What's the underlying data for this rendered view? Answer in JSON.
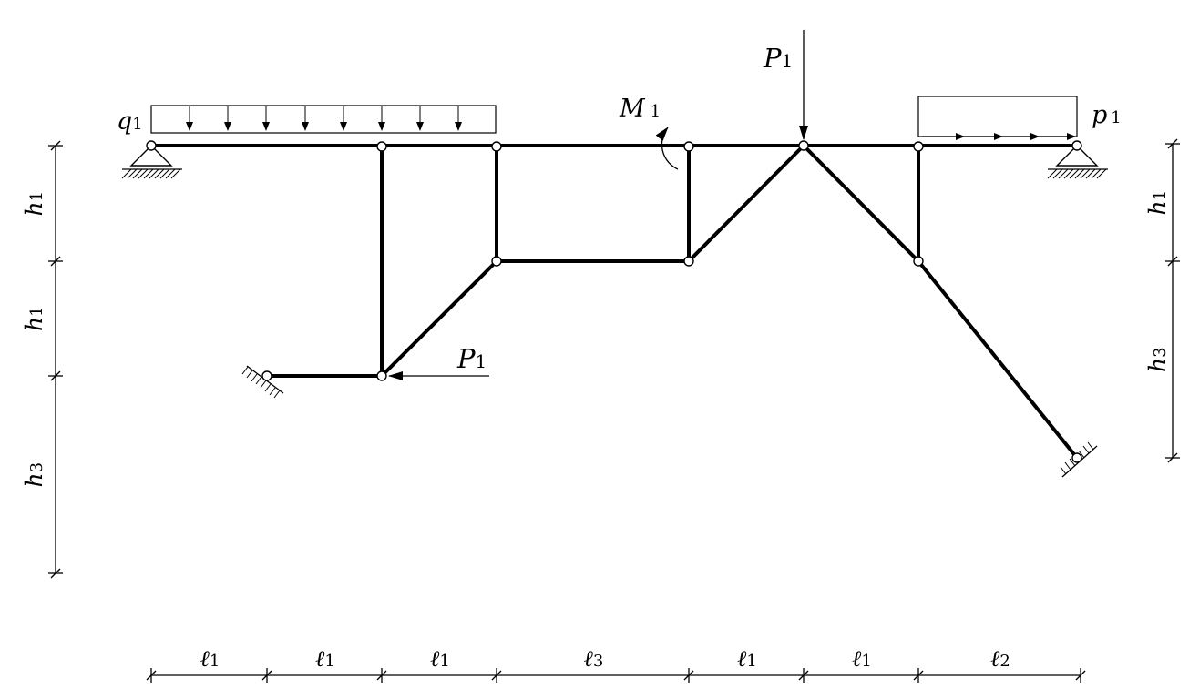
{
  "labels": {
    "q1": {
      "main": "q",
      "sub": "1"
    },
    "p1": {
      "main": "p",
      "sub": "1"
    },
    "M1": {
      "main": "M",
      "sub": "1"
    },
    "P1_top": {
      "main": "P",
      "sub": "1"
    },
    "P1_left": {
      "main": "P",
      "sub": "1"
    }
  },
  "dimensions": {
    "horizontal": [
      {
        "main": "ℓ",
        "sub": "1"
      },
      {
        "main": "ℓ",
        "sub": "1"
      },
      {
        "main": "ℓ",
        "sub": "1"
      },
      {
        "main": "ℓ",
        "sub": "3"
      },
      {
        "main": "ℓ",
        "sub": "1"
      },
      {
        "main": "ℓ",
        "sub": "1"
      },
      {
        "main": "ℓ",
        "sub": "2"
      }
    ],
    "vertical_left": [
      {
        "main": "h",
        "sub": "1"
      },
      {
        "main": "h",
        "sub": "1"
      },
      {
        "main": "h",
        "sub": "3"
      }
    ],
    "vertical_right": [
      {
        "main": "h",
        "sub": "1"
      },
      {
        "main": "h",
        "sub": "3"
      }
    ]
  }
}
